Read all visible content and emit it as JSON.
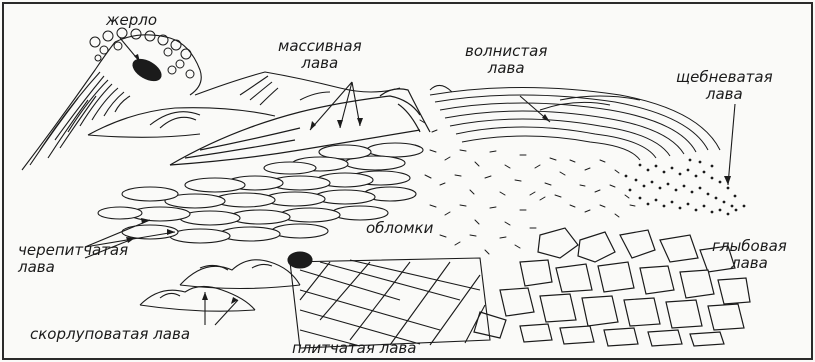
{
  "labels": {
    "vent": "жерло",
    "massive_l1": "массивная",
    "massive_l2": "лава",
    "wavy_l1": "волнистая",
    "wavy_l2": "лава",
    "rubble_l1": "щебневатая",
    "rubble_l2": "лава",
    "imbricate_l1": "черепитчатая",
    "imbricate_l2": "лава",
    "fragments": "обломки",
    "block_l1": "глыбовая",
    "block_l2": "лава",
    "shelly": "скорлуповатая лава",
    "slabby": "плитчатая лава"
  },
  "colors": {
    "ink": "#1b1b1b",
    "paper": "#fafaf8",
    "frame": "#2a2a2a"
  }
}
